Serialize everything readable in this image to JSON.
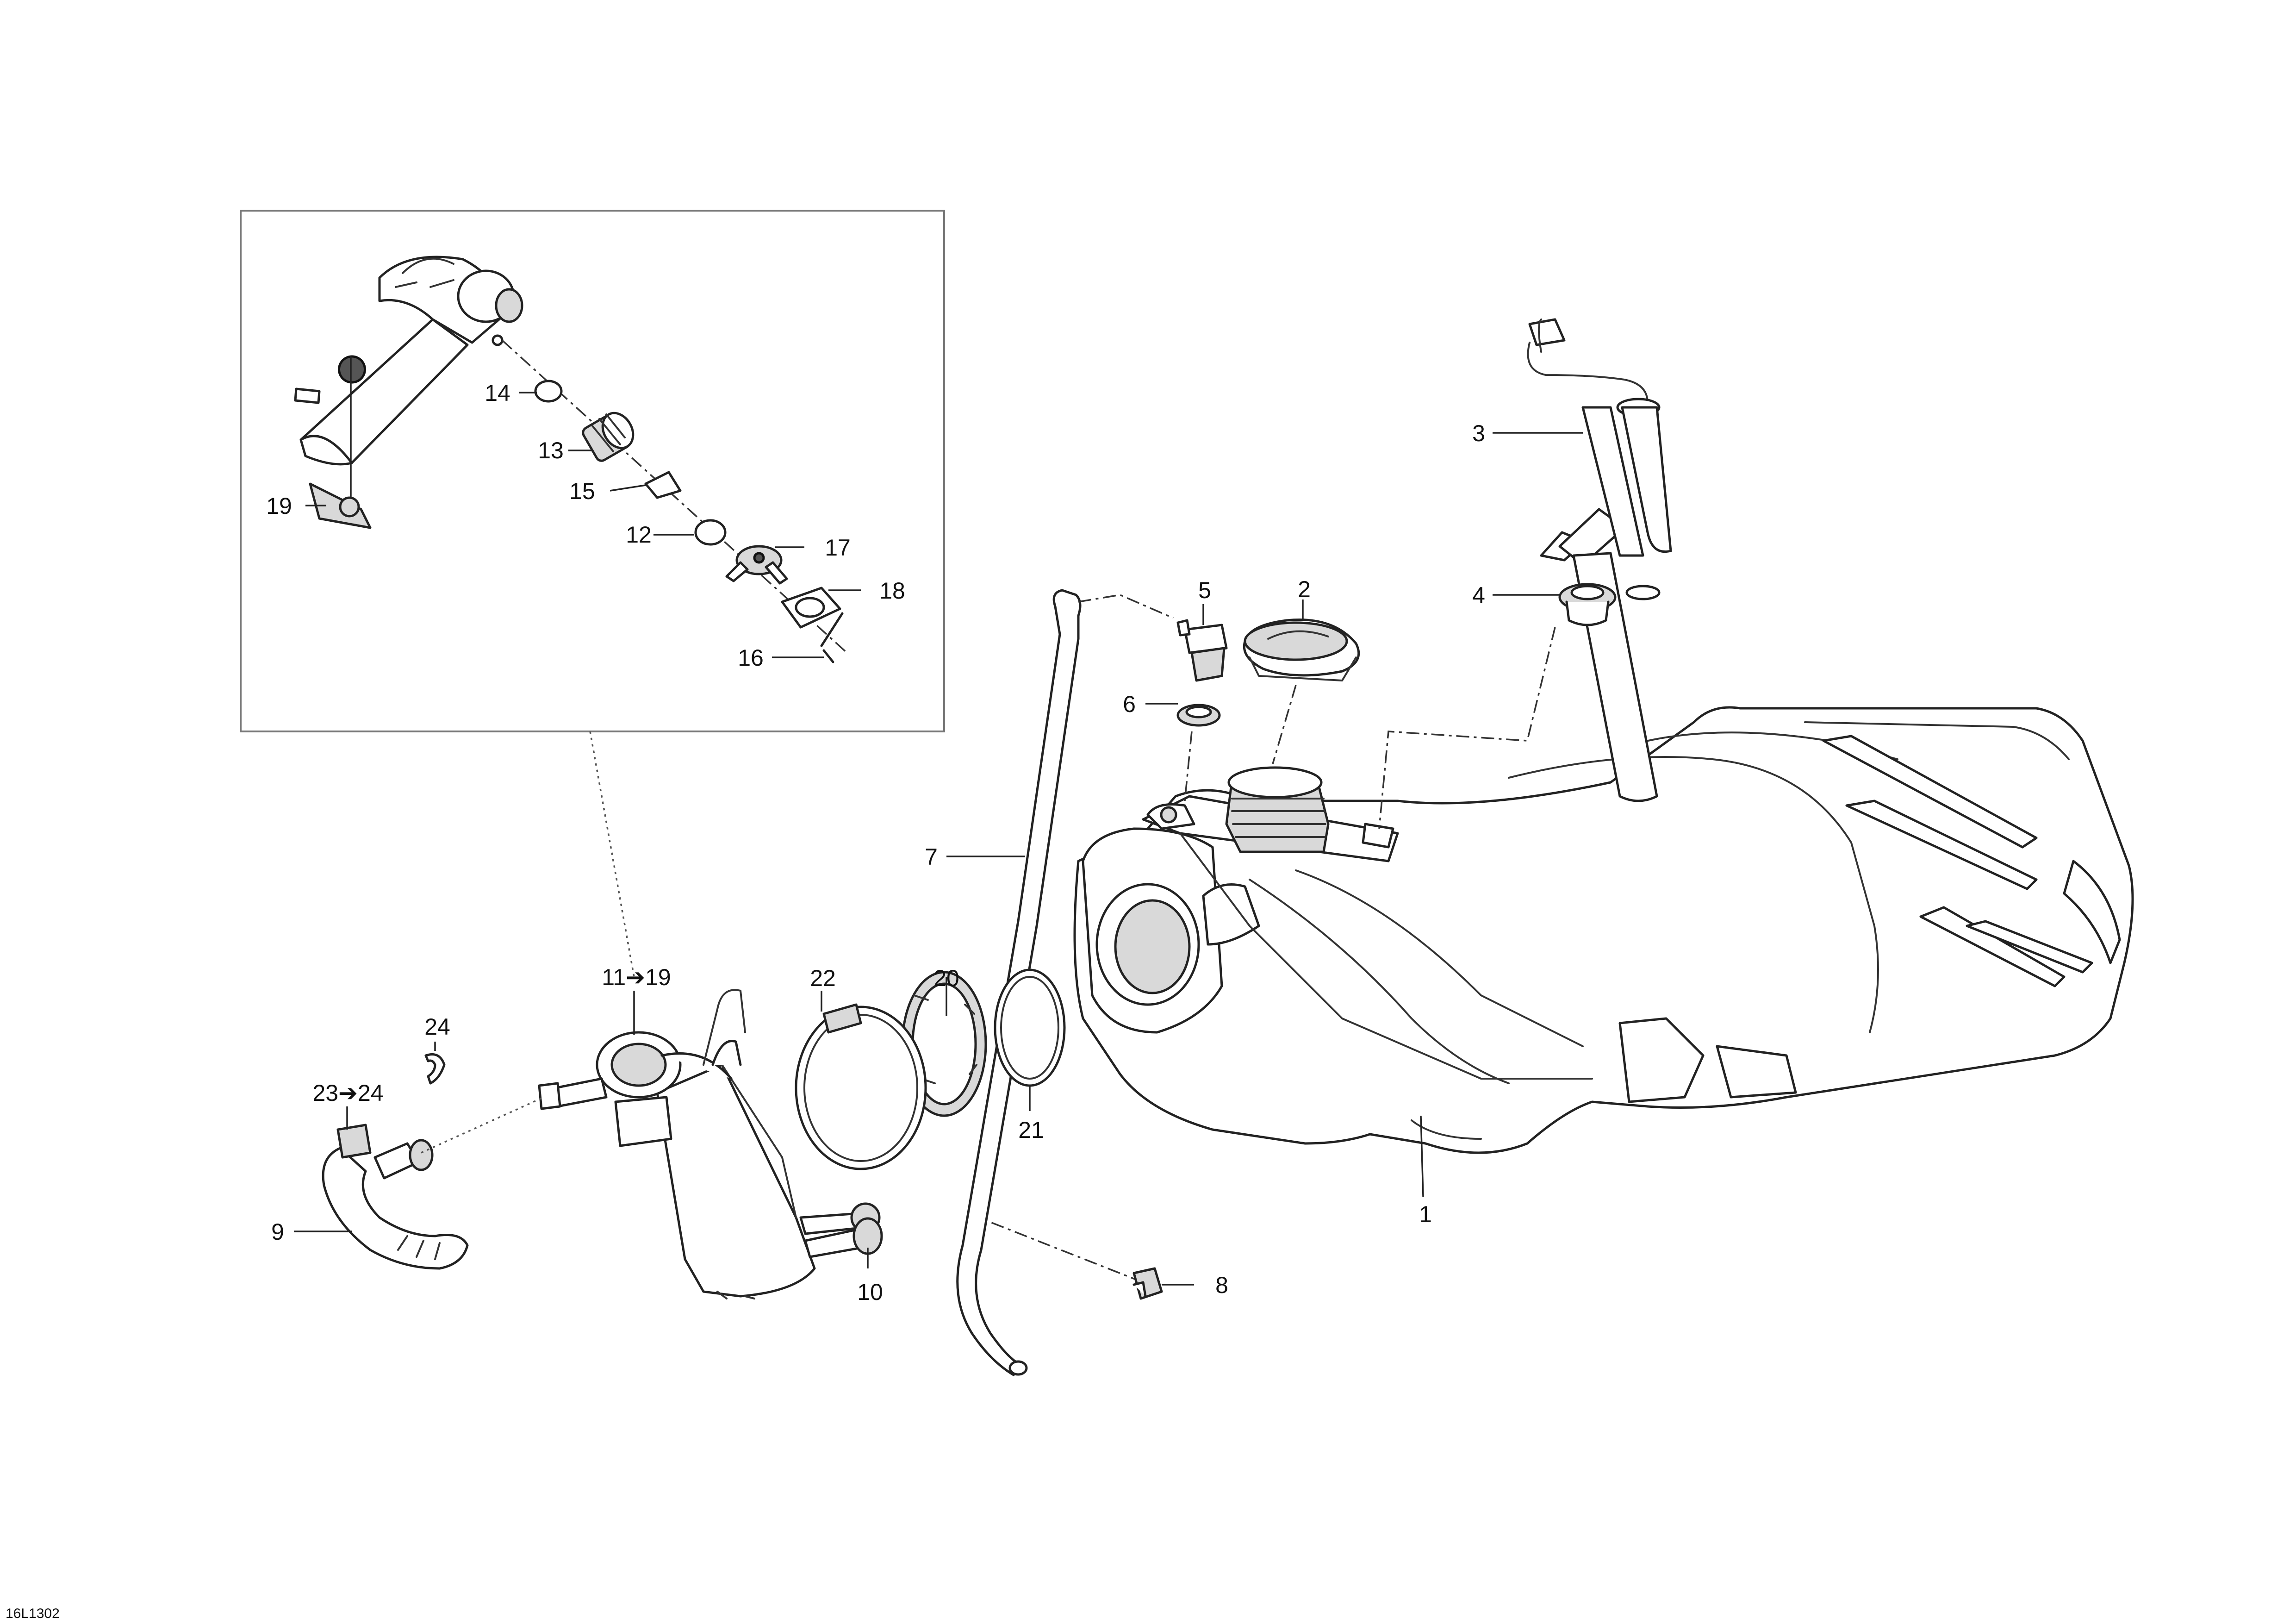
{
  "figure_ref": "16L1302",
  "callouts": {
    "c1": "1",
    "c2": "2",
    "c3": "3",
    "c4": "4",
    "c5": "5",
    "c6": "6",
    "c7": "7",
    "c8": "8",
    "c9": "9",
    "c10": "10",
    "c11": "11➔19",
    "c12": "12",
    "c13": "13",
    "c14": "14",
    "c15": "15",
    "c16": "16",
    "c17": "17",
    "c18": "18",
    "c19": "19",
    "c20": "20",
    "c21": "21",
    "c22": "22",
    "c23": "23➔24",
    "c24": "24"
  },
  "line_color": "#222222"
}
